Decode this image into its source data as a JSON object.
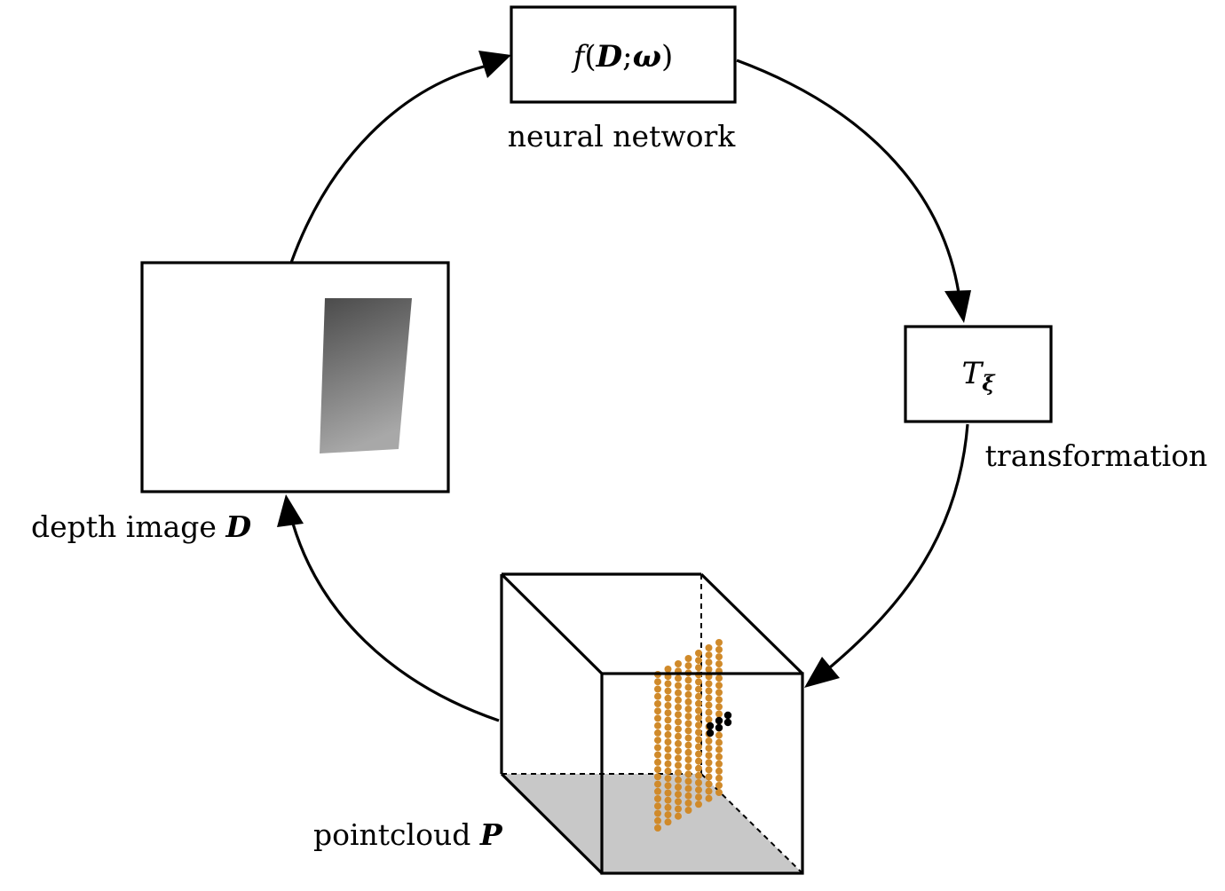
{
  "colors": {
    "stroke": "#000000",
    "point": "#d08a2a",
    "highlight_point": "#000000",
    "floor": "#c8c8c8",
    "depth_dark": "#4a4a4a",
    "depth_light": "#a8a8a8"
  },
  "nodes": {
    "network": {
      "label": "neural network",
      "formula": {
        "f": "f",
        "open": "(",
        "D": "D",
        "sep": ";",
        "omega": "ω",
        "close": ")"
      }
    },
    "transformation": {
      "label": "transformation",
      "formula": {
        "T": "T",
        "xi": "ξ"
      }
    },
    "depth": {
      "label": "depth image ",
      "symbol": "D"
    },
    "pointcloud": {
      "label": "pointcloud ",
      "symbol": "P"
    }
  }
}
